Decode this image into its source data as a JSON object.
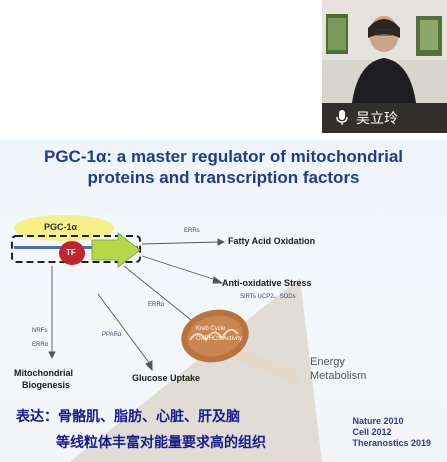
{
  "participant": {
    "name": "吴立玲",
    "mic_icon": "microphone-icon"
  },
  "slide": {
    "title_line1": "PGC-1α: a master regulator of mitochondrial",
    "title_line2": "proteins and transcription factors",
    "pgc_label": "PGC-1α",
    "tf_label": "TF",
    "errs_label": "ERRs",
    "fatty_acid": "Fatty Acid Oxidation",
    "anti_ox": "Anti-oxidative Stress",
    "anti_ox_sub": "SIRTs   UCP2、SODs",
    "erra_label": "ERRα",
    "nrfs_label": "NRFs",
    "erra_label2": "ERRα",
    "ppara_label": "PPARα",
    "kreb": "Kreb Cycle",
    "oxphos": "OXPHOS Activity",
    "energy1": "Energy",
    "energy2": "Metabolism",
    "mito1": "Mitochondrial",
    "mito2": "Biogenesis",
    "glucose": "Glucose Uptake",
    "cn_line1": "表达：骨骼肌、脂肪、心脏、肝及脑",
    "cn_line2": "等线粒体丰富对能量要求高的组织",
    "ref1": "Nature 2010",
    "ref2": "Cell 2012",
    "ref3": "Theranostics 2019"
  },
  "colors": {
    "title": "#233a8e",
    "cn_text": "#1a1a8c",
    "tf_red": "#c0262f",
    "pgc_yellow": "#f6ef8a",
    "arrow_green": "#b5d84a"
  }
}
